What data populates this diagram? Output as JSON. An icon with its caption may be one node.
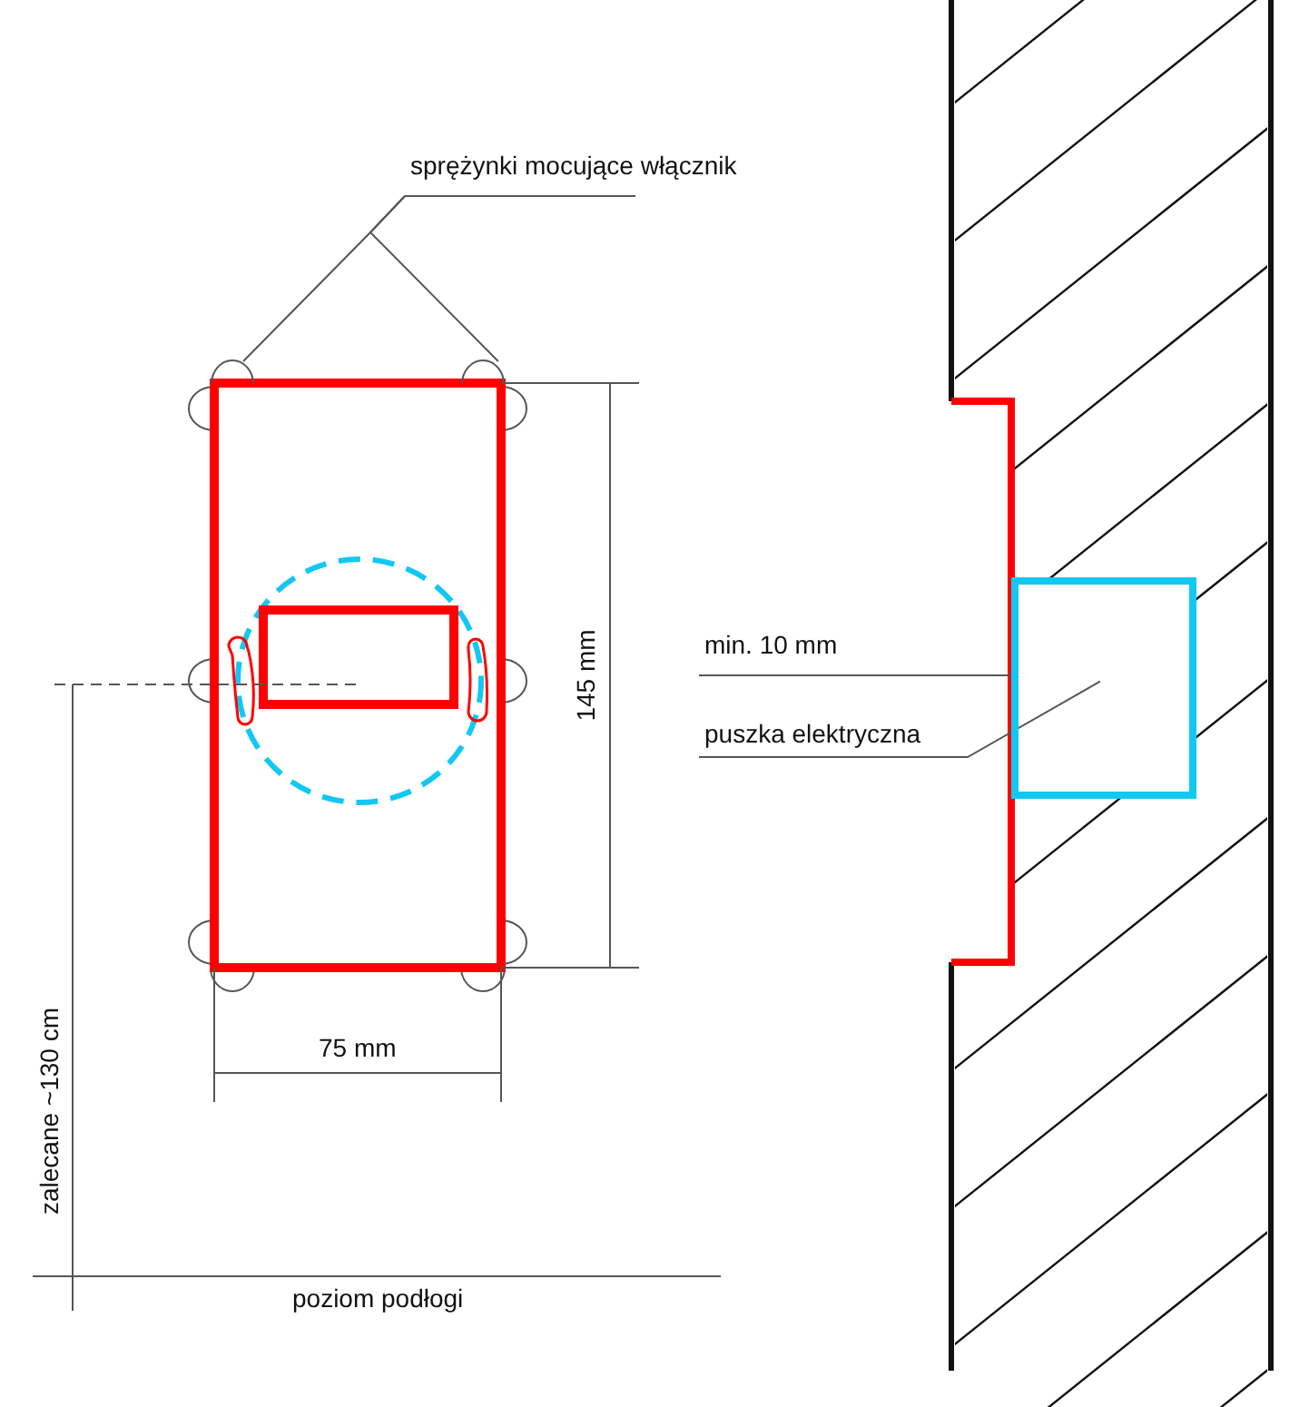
{
  "diagram": {
    "nodes": [
      {
        "text": [
          "sprężynki mocujące włącznik"
        ]
      },
      {
        "text": [
          "min. 10 mm"
        ]
      },
      {
        "text": [
          "puszka elektryczna"
        ]
      },
      {
        "text": [],
        "shape": "box"
      },
      {
        "text": [],
        "shape": "spring"
      },
      {
        "text": [],
        "shape": "spring"
      }
    ],
    "edges": [
      {
        "from": 0,
        "to": 4,
        "arrow": "none"
      },
      {
        "from": 0,
        "to": 5,
        "arrow": "none"
      },
      {
        "from": 1,
        "to": 3,
        "arrow": "none"
      },
      {
        "from": 2,
        "to": 3,
        "arrow": "none"
      }
    ],
    "labels": [
      "145 mm",
      "75 mm",
      "zalecane ~130 cm",
      "poziom podłogi"
    ]
  }
}
